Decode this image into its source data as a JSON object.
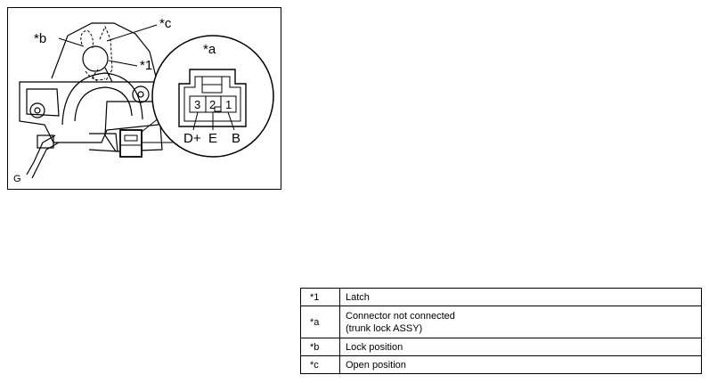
{
  "figure": {
    "callouts": {
      "a": "*a",
      "b": "*b",
      "c": "*c",
      "one": "*1"
    },
    "pins": {
      "p3": "3",
      "p2": "2",
      "p1": "1"
    },
    "terminals": {
      "d_plus": "D+",
      "e": "E",
      "b": "B"
    },
    "corner_code": "G"
  },
  "legend": [
    {
      "key": "*1",
      "text": "Latch"
    },
    {
      "key": "*a",
      "text": "Connector not connected",
      "text2": "(trunk lock ASSY)"
    },
    {
      "key": "*b",
      "text": "Lock position"
    },
    {
      "key": "*c",
      "text": "Open position"
    }
  ]
}
